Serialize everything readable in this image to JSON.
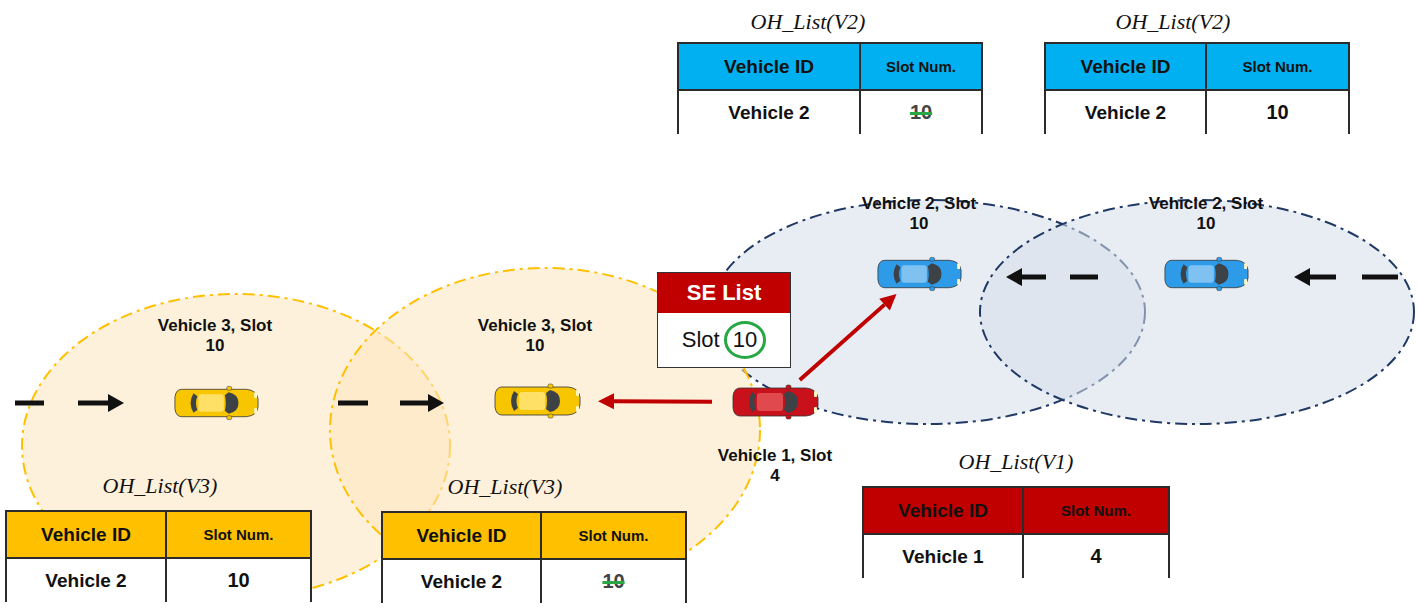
{
  "diagram": {
    "nodes": [
      {
        "text": [
          "Vehicle 2, Slot 10"
        ]
      },
      {
        "text": [
          "Vehicle 2, Slot 10"
        ]
      },
      {
        "text": [
          "SE List",
          "Slot",
          "10"
        ]
      },
      {
        "text": [
          "Vehicle 3, Slot 10"
        ]
      },
      {
        "text": [
          "Vehicle 3, Slot 10"
        ]
      },
      {
        "text": [
          "Vehicle 1, Slot 4"
        ]
      }
    ],
    "edges": [
      {
        "from": 5,
        "to": 0,
        "arrow": "to"
      },
      {
        "from": 5,
        "to": 4,
        "arrow": "to"
      }
    ],
    "labels": [
      "OH_List(V2)",
      "Vehicle ID",
      "Slot Num.",
      "Vehicle 2",
      "10",
      "OH_List(V2)",
      "Vehicle ID",
      "Slot Num.",
      "Vehicle 2",
      "10",
      "OH_List(V1)",
      "Vehicle ID",
      "Slot Num.",
      "Vehicle 1",
      "4",
      "OH_List(V3)",
      "Vehicle ID",
      "Slot Num.",
      "Vehicle 2",
      "10",
      "OH_List(V3)",
      "Vehicle ID",
      "Slot Num.",
      "Vehicle 2",
      "10"
    ]
  }
}
